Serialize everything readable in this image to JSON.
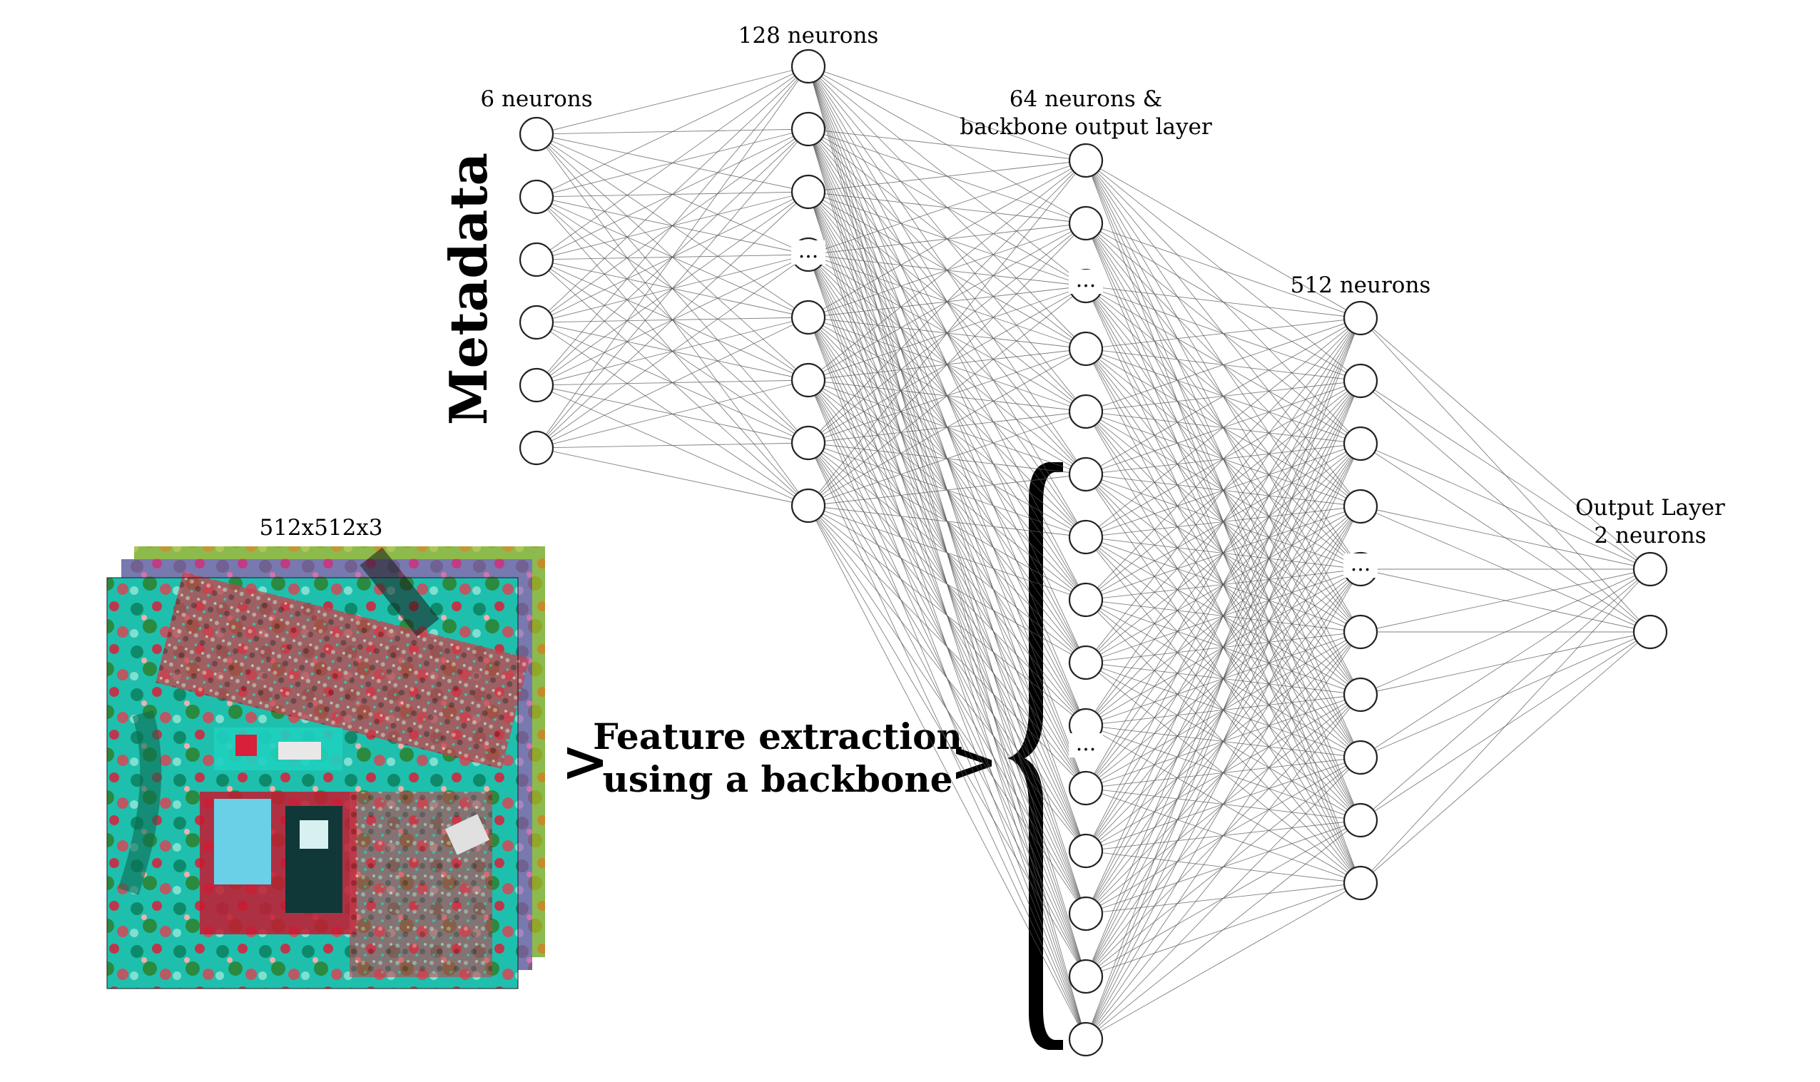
{
  "diagram": {
    "metadata_label": "Metadata",
    "image_size_label": "512x512x3",
    "feature_extraction_label": [
      "Feature extraction",
      "using a backbone"
    ],
    "arrow_glyph": ">",
    "ellipsis": "...",
    "layers": [
      {
        "id": "input",
        "label": [
          "6 neurons"
        ]
      },
      {
        "id": "hidden128",
        "label": [
          "128 neurons"
        ]
      },
      {
        "id": "backbone64",
        "label": [
          "64 neurons &",
          "backbone output layer"
        ]
      },
      {
        "id": "hidden512",
        "label": [
          "512 neurons"
        ]
      },
      {
        "id": "output",
        "label": [
          "Output Layer",
          "2 neurons"
        ]
      }
    ],
    "colors": {
      "image_teal": "#1fc8b8",
      "image_red": "#d8203a",
      "image_yellow": "#d8c81a",
      "image_magenta": "#d040c0",
      "image_green": "#2a8a40"
    }
  }
}
